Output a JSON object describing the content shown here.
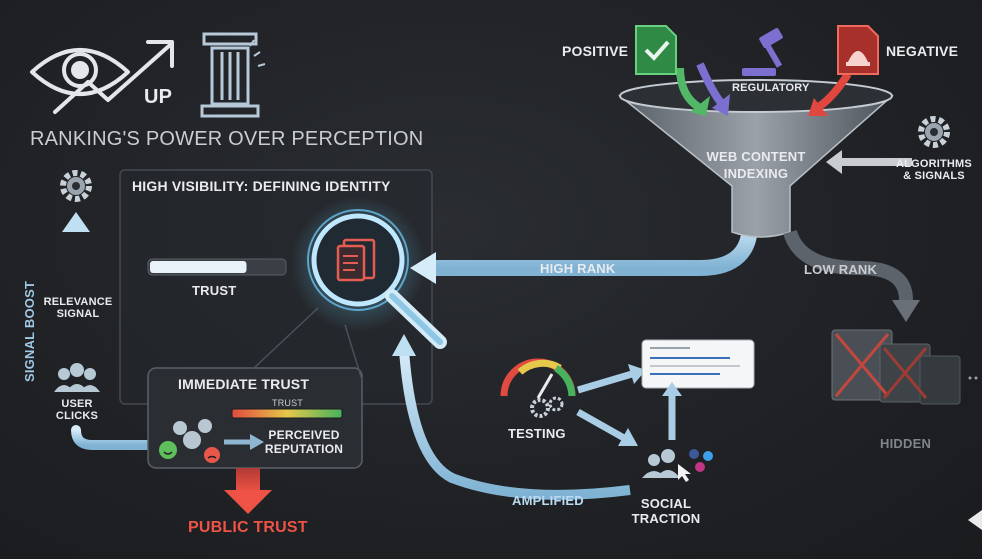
{
  "header": {
    "up_label": "UP",
    "title": "RANKING'S POWER OVER PERCEPTION"
  },
  "inputs": {
    "positive": "POSITIVE",
    "regulatory": "REGULATORY",
    "negative": "NEGATIVE"
  },
  "funnel": {
    "label_line1": "WEB CONTENT",
    "label_line2": "INDEXING"
  },
  "algorithms": {
    "line1": "ALGORITHMS",
    "line2": "& SIGNALS"
  },
  "flows": {
    "high_rank": "HIGH RANK",
    "low_rank": "LOW RANK",
    "hidden": "HIDDEN",
    "amplified": "AMPLIFIED"
  },
  "visibility_box": {
    "title": "HIGH VISIBILITY: DEFINING IDENTITY",
    "trust_label": "TRUST",
    "trust_level": 0.72
  },
  "loop": {
    "signal_boost": "SIGNAL BOOST",
    "relevance_line1": "RELEVANCE",
    "relevance_line2": "SIGNAL",
    "clicks_line1": "USER",
    "clicks_line2": "CLICKS"
  },
  "immediate": {
    "title": "IMMEDIATE TRUST",
    "meter_label": "TRUST",
    "perceived_line1": "PERCEIVED",
    "perceived_line2": "REPUTATION",
    "public_trust": "PUBLIC TRUST"
  },
  "social": {
    "testing": "TESTING",
    "traction_line1": "SOCIAL",
    "traction_line2": "TRACTION"
  },
  "colors": {
    "accent_blue": "#8fc6e8",
    "positive_green": "#3cae5a",
    "regulatory_purple": "#7b6fd0",
    "negative_red": "#e0483f"
  }
}
